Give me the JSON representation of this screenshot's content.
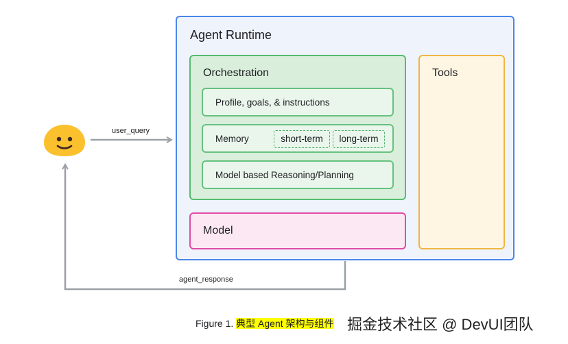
{
  "runtime": {
    "title": "Agent Runtime"
  },
  "orchestration": {
    "title": "Orchestration",
    "items": [
      {
        "label": "Profile, goals, & instructions"
      },
      {
        "label": "Memory",
        "tags": [
          "short-term",
          "long-term"
        ]
      },
      {
        "label": "Model based Reasoning/Planning"
      }
    ]
  },
  "model": {
    "title": "Model"
  },
  "tools": {
    "title": "Tools"
  },
  "user": {
    "icon": "smiley-face-icon"
  },
  "edges": {
    "query_label": "user_query",
    "response_label": "agent_response"
  },
  "caption": {
    "prefix": "Figure 1. ",
    "highlight": "典型 Agent 架构与组件"
  },
  "watermark": "掘金技术社区 @ DevUI团队",
  "colors": {
    "runtime_border": "#4a86e8",
    "runtime_fill": "#eef3fc",
    "orchestration_border": "#57bb70",
    "orchestration_fill": "#d9efdc",
    "model_border": "#e04ba5",
    "model_fill": "#fce8f3",
    "tools_border": "#f1b640",
    "tools_fill": "#fef6e3",
    "arrow": "#9aa0a6",
    "face": "#fbc02d",
    "caption_highlight": "#ffff00"
  }
}
